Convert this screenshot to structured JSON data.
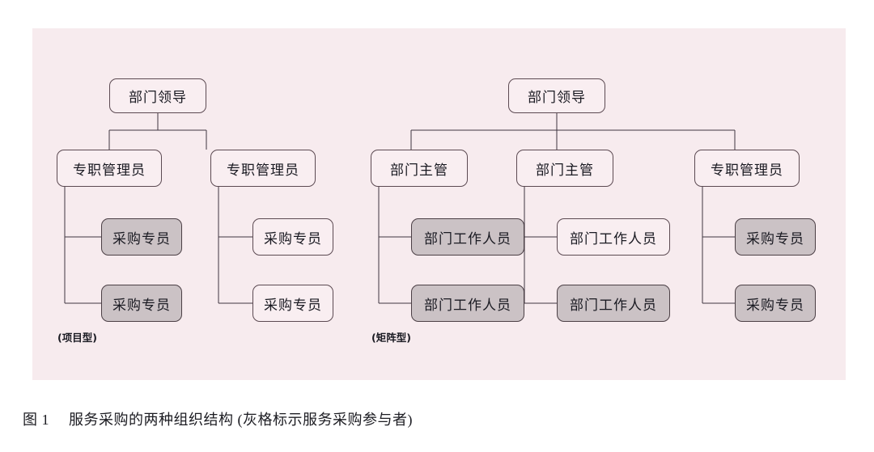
{
  "figure": {
    "caption_label": "图 1",
    "caption_text": "服务采购的两种组织结构 (灰格标示服务采购参与者)",
    "panel_background": "#f7ebee",
    "node_fill": "#f9eef1",
    "shaded_fill": "#cbc2c5",
    "stroke": "#5c4a52"
  },
  "diagrams": [
    {
      "id": "project-type",
      "subcaption": "(项目型)",
      "root": {
        "label": "部门领导"
      },
      "branches": [
        {
          "manager": {
            "label": "专职管理员"
          },
          "children": [
            {
              "label": "采购专员",
              "shaded": true
            },
            {
              "label": "采购专员",
              "shaded": true
            }
          ]
        },
        {
          "manager": {
            "label": "专职管理员"
          },
          "children": [
            {
              "label": "采购专员",
              "shaded": false
            },
            {
              "label": "采购专员",
              "shaded": false
            }
          ]
        }
      ]
    },
    {
      "id": "matrix-type",
      "subcaption": "(矩阵型)",
      "root": {
        "label": "部门领导"
      },
      "branches": [
        {
          "manager": {
            "label": "部门主管"
          },
          "children": [
            {
              "label": "部门工作人员",
              "shaded": true
            },
            {
              "label": "部门工作人员",
              "shaded": true
            }
          ]
        },
        {
          "manager": {
            "label": "部门主管"
          },
          "children": [
            {
              "label": "部门工作人员",
              "shaded": false
            },
            {
              "label": "部门工作人员",
              "shaded": true
            }
          ]
        },
        {
          "manager": {
            "label": "专职管理员"
          },
          "children": [
            {
              "label": "采购专员",
              "shaded": true
            },
            {
              "label": "采购专员",
              "shaded": true
            }
          ]
        }
      ]
    }
  ]
}
